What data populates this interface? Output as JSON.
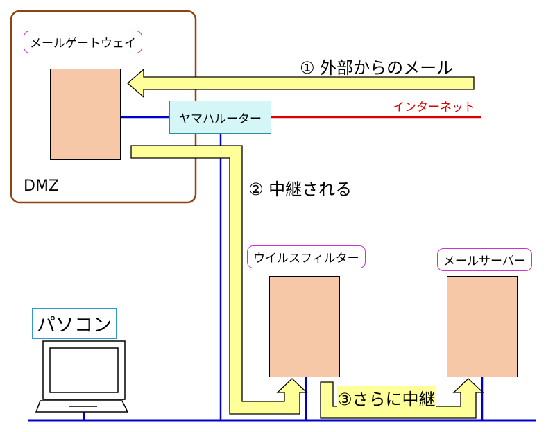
{
  "dmz_zone": {
    "label": "DMZ"
  },
  "nodes": {
    "mail_gateway": "メールゲートウェイ",
    "router": "ヤマハルーター",
    "internet": "インターネット",
    "virus_filter": "ウイルスフィルター",
    "mail_server": "メールサーバー",
    "pc": "パソコン"
  },
  "steps": {
    "step1": "① 外部からのメール",
    "step2": "② 中継される",
    "step3": "③さらに中継"
  },
  "colors": {
    "lan": "#0000cc",
    "internet": "#dd0000",
    "dmz_border": "#8b4513",
    "arrow_fill": "#ffff99",
    "server_fill": "#f7c8a8"
  }
}
